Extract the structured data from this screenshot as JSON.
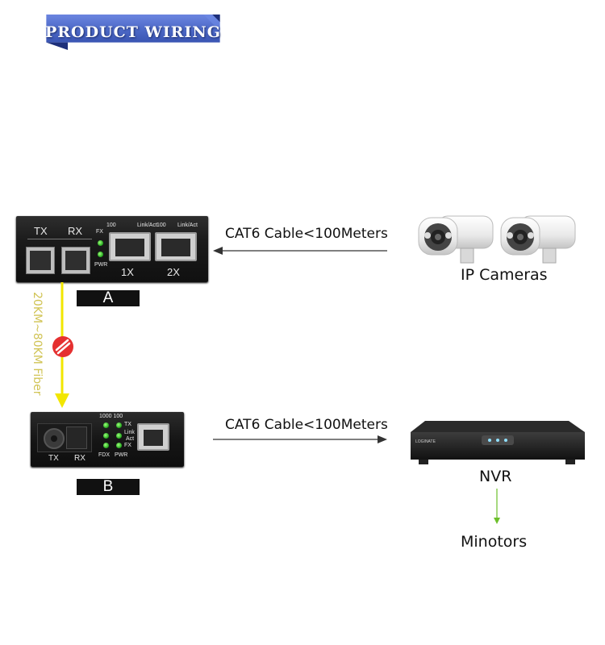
{
  "banner": {
    "title": "PRODUCT WIRING"
  },
  "device_a": {
    "label": "A",
    "port_tx": "TX",
    "port_rx": "RX",
    "led_fx": "FX",
    "led_pwr": "PWR",
    "speed_1": "100",
    "link_act_1": "Link/Act",
    "speed_2": "100",
    "link_act_2": "Link/Act",
    "port_1x": "1X",
    "port_2x": "2X"
  },
  "device_b": {
    "label": "B",
    "port_tx": "TX",
    "port_rx": "RX",
    "speed_label": "1000 100",
    "led_tx": "TX",
    "led_link": "Link",
    "led_act": "Act",
    "led_fx": "FX",
    "fdx": "FDX",
    "pwr": "PWR"
  },
  "fiber": {
    "label": "20KM~80KM Fiber"
  },
  "links": {
    "top_cable": "CAT6 Cable<100Meters",
    "bottom_cable": "CAT6 Cable<100Meters"
  },
  "nodes": {
    "cameras": "IP Cameras",
    "nvr": "NVR",
    "monitors": "Minotors",
    "nvr_brand": "LOGINATE"
  },
  "colors": {
    "banner_blue": "#4f6bc9",
    "banner_dark": "#1d2f7a",
    "fiber_yellow": "#f2e600",
    "arrow_green": "#6cbf2a"
  }
}
